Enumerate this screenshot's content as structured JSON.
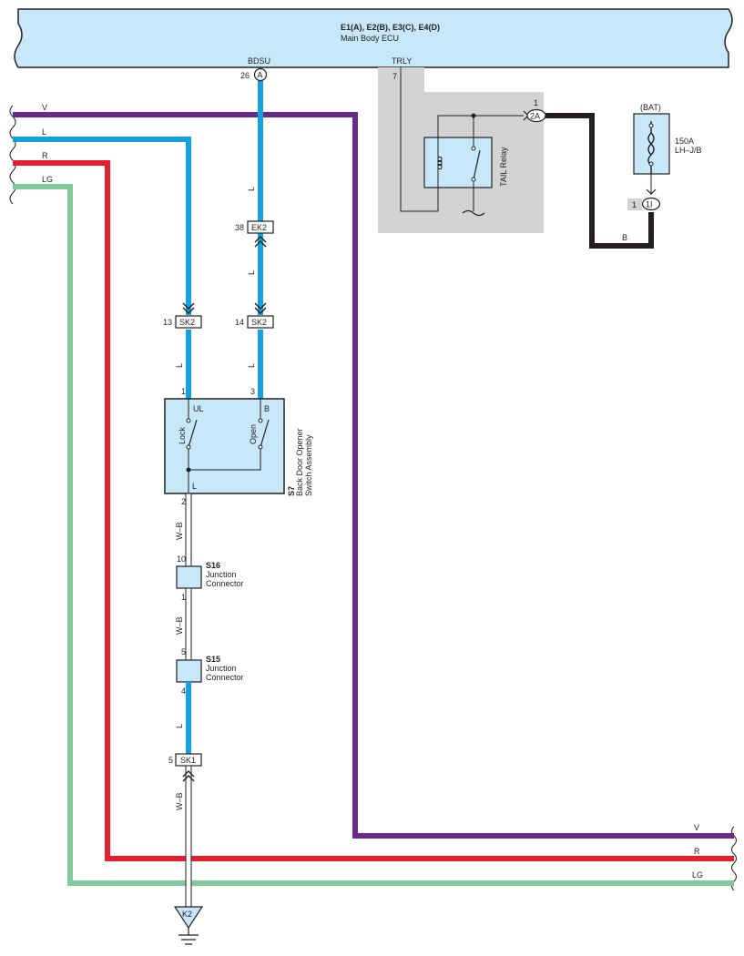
{
  "ecu": {
    "title": "E1(A), E2(B), E3(C), E4(D)",
    "name": "Main Body ECU",
    "pin_bdsu": "BDSU",
    "pin_trly": "TRLY",
    "pin_bdsu_num": "26",
    "pin_bdsu_letter": "A",
    "pin_trly_num": "7"
  },
  "wires": {
    "v": "V",
    "l": "L",
    "r": "R",
    "lg": "LG",
    "b": "B",
    "wb": "W–B"
  },
  "relay": {
    "name": "TAIL Relay",
    "pin_num": "1",
    "pin_label": "2A"
  },
  "fuse": {
    "group": "(BAT)",
    "rating": "150A",
    "location": "LH–J/B",
    "pin_num": "1",
    "pin_label": "1I"
  },
  "connectors": {
    "ek2": {
      "num": "38",
      "label": "EK2"
    },
    "sk2_left": {
      "num": "13",
      "label": "SK2"
    },
    "sk2_right": {
      "num": "14",
      "label": "SK2"
    },
    "sk1": {
      "num": "5",
      "label": "SK1"
    },
    "ground": "K2"
  },
  "switch": {
    "code": "S7",
    "name_line1": "Back Door Opener",
    "name_line2": "Switch Assembly",
    "pin1": "1",
    "pin3": "3",
    "pin2": "2",
    "ul": "UL",
    "b": "B",
    "l": "L",
    "lock": "Lock",
    "open": "Open"
  },
  "s16": {
    "code": "S16",
    "line1": "Junction",
    "line2": "Connector",
    "pin_top": "10",
    "pin_bottom": "1"
  },
  "s15": {
    "code": "S15",
    "line1": "Junction",
    "line2": "Connector",
    "pin_top": "5",
    "pin_bottom": "4"
  },
  "colors": {
    "ecu_fill": "#c7e8f8",
    "relay_bg": "#d3d3d3",
    "wire_v": "#6a2a8c",
    "wire_l": "#12a3e0",
    "wire_r": "#e3202d",
    "wire_lg": "#7fc99b",
    "wire_b": "#231f20"
  }
}
